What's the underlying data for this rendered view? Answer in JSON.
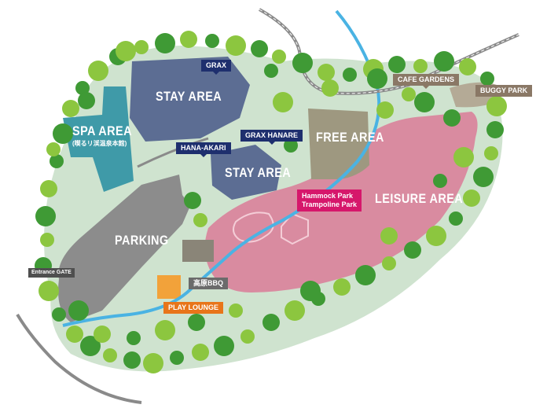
{
  "areas": {
    "spa": {
      "title": "SPA AREA",
      "subtitle": "(喫るリ渓温泉本館)"
    },
    "stay_main": {
      "title": "STAY AREA"
    },
    "stay_second": {
      "title": "STAY AREA"
    },
    "free": {
      "title": "FREE AREA"
    },
    "leisure": {
      "title": "LEISURE AREA"
    },
    "parking": {
      "title": "PARKING"
    }
  },
  "tags": {
    "grax": "GRAX",
    "grax_hanare": "GRAX HANARE",
    "hana_akari": "HANA-AKARI",
    "cafe_gardens": "CAFE GARDENS",
    "buggy_park": "BUGGY PARK",
    "entrance_gate": "Entrance GATE",
    "hammock_line1": "Hammock Park",
    "hammock_line2": "Trampoline Park",
    "bbq": "高原BBQ",
    "play_lounge": "PLAY LOUNGE"
  },
  "colors": {
    "tree_green": "#8cc63f",
    "tree_dark": "#3f9a35",
    "grass": "#cfe3cf",
    "spa": "#3f9aa8",
    "stay": "#5c6d93",
    "free": "#9e9880",
    "leisure": "#d98ba0",
    "parking": "#8c8c8c",
    "river": "#4ab3e3",
    "road": "#8a8a8a",
    "label_navy": "#1e2f6e",
    "label_pink": "#d6176b",
    "label_orange": "#e8751a"
  }
}
